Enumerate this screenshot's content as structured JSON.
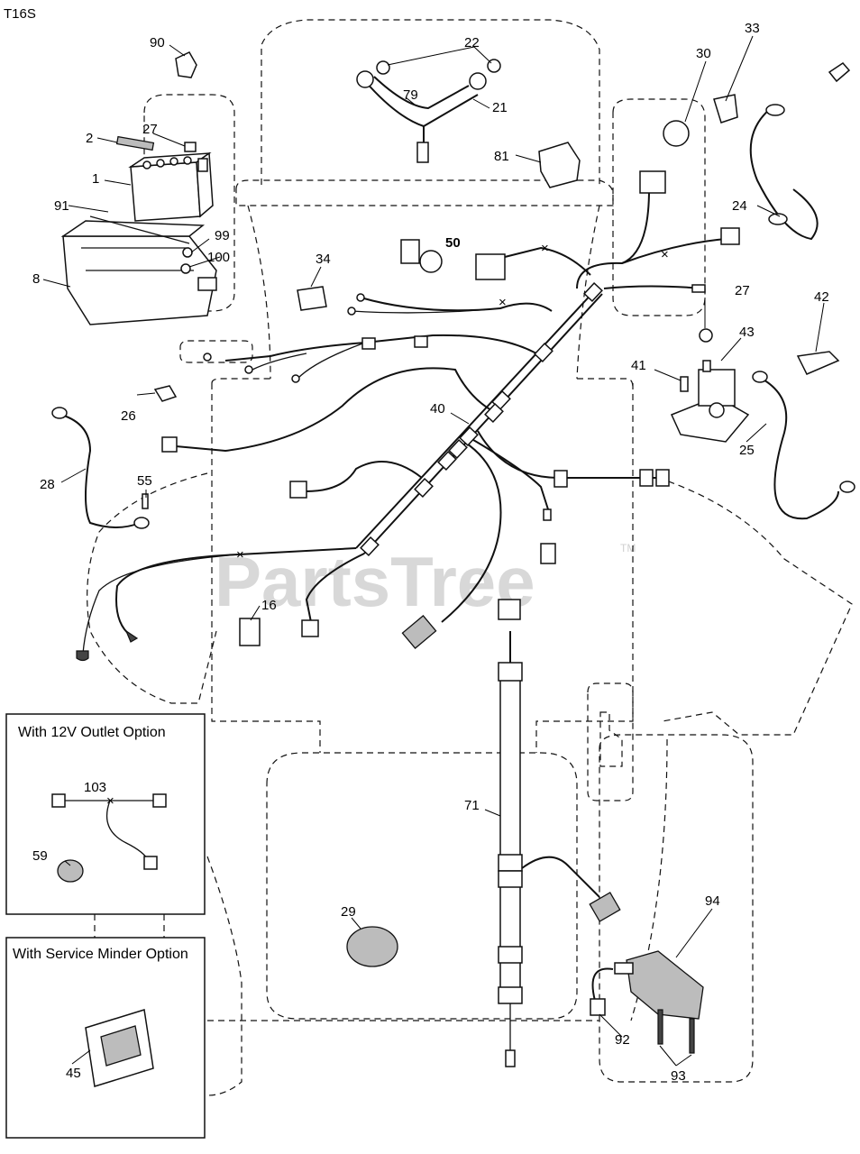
{
  "diagram_code": "T16S",
  "watermark": {
    "text": "PartsTree",
    "trademark": "TM"
  },
  "option_boxes": [
    {
      "title": "With 12V Outlet Option"
    },
    {
      "title": "With Service Minder Option"
    }
  ],
  "callouts": {
    "p1": "1",
    "p2": "2",
    "p8": "8",
    "p16": "16",
    "p21": "21",
    "p22": "22",
    "p24": "24",
    "p25": "25",
    "p26": "26",
    "p27a": "27",
    "p27b": "27",
    "p28": "28",
    "p29": "29",
    "p30": "30",
    "p33": "33",
    "p34": "34",
    "p40": "40",
    "p41": "41",
    "p42": "42",
    "p43": "43",
    "p45": "45",
    "p50": "50",
    "p55": "55",
    "p59": "59",
    "p71": "71",
    "p79": "79",
    "p81": "81",
    "p90": "90",
    "p91": "91",
    "p92": "92",
    "p93": "93",
    "p94": "94",
    "p99": "99",
    "p100": "100",
    "p103": "103"
  }
}
